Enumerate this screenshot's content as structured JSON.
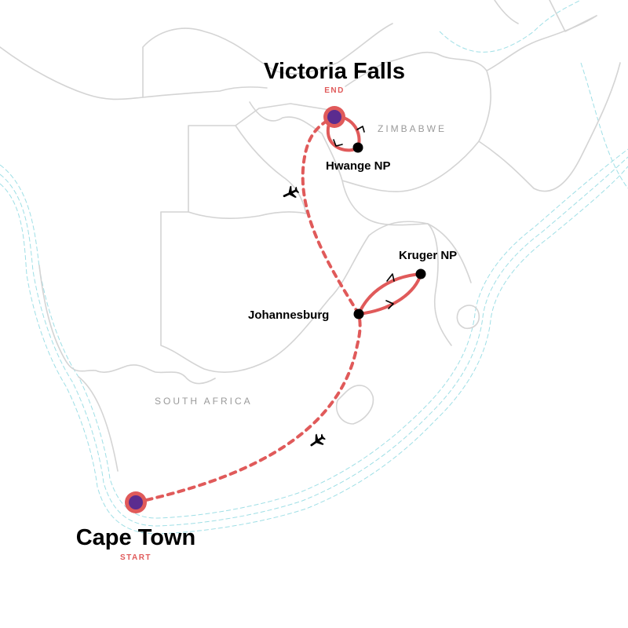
{
  "map": {
    "countries": {
      "zimbabwe": "ZIMBABWE",
      "south_africa": "SOUTH AFRICA"
    },
    "destinations": {
      "victoria_falls": {
        "name": "Victoria Falls",
        "tag": "END"
      },
      "cape_town": {
        "name": "Cape Town",
        "tag": "START"
      }
    },
    "stops": {
      "hwange": "Hwange NP",
      "kruger": "Kruger NP",
      "johannesburg": "Johannesburg"
    },
    "legend_semantics": {
      "flight_leg_icon": "airplane-icon",
      "overland_leg_direction": "chevron-arrow"
    },
    "colors": {
      "route": "#e05a5a",
      "endpoint_fill": "#5b2c8f",
      "endpoint_ring": "#e05a5a",
      "stop": "#000000",
      "border": "#d4d4d4",
      "coast": "#9fdfe6"
    }
  }
}
